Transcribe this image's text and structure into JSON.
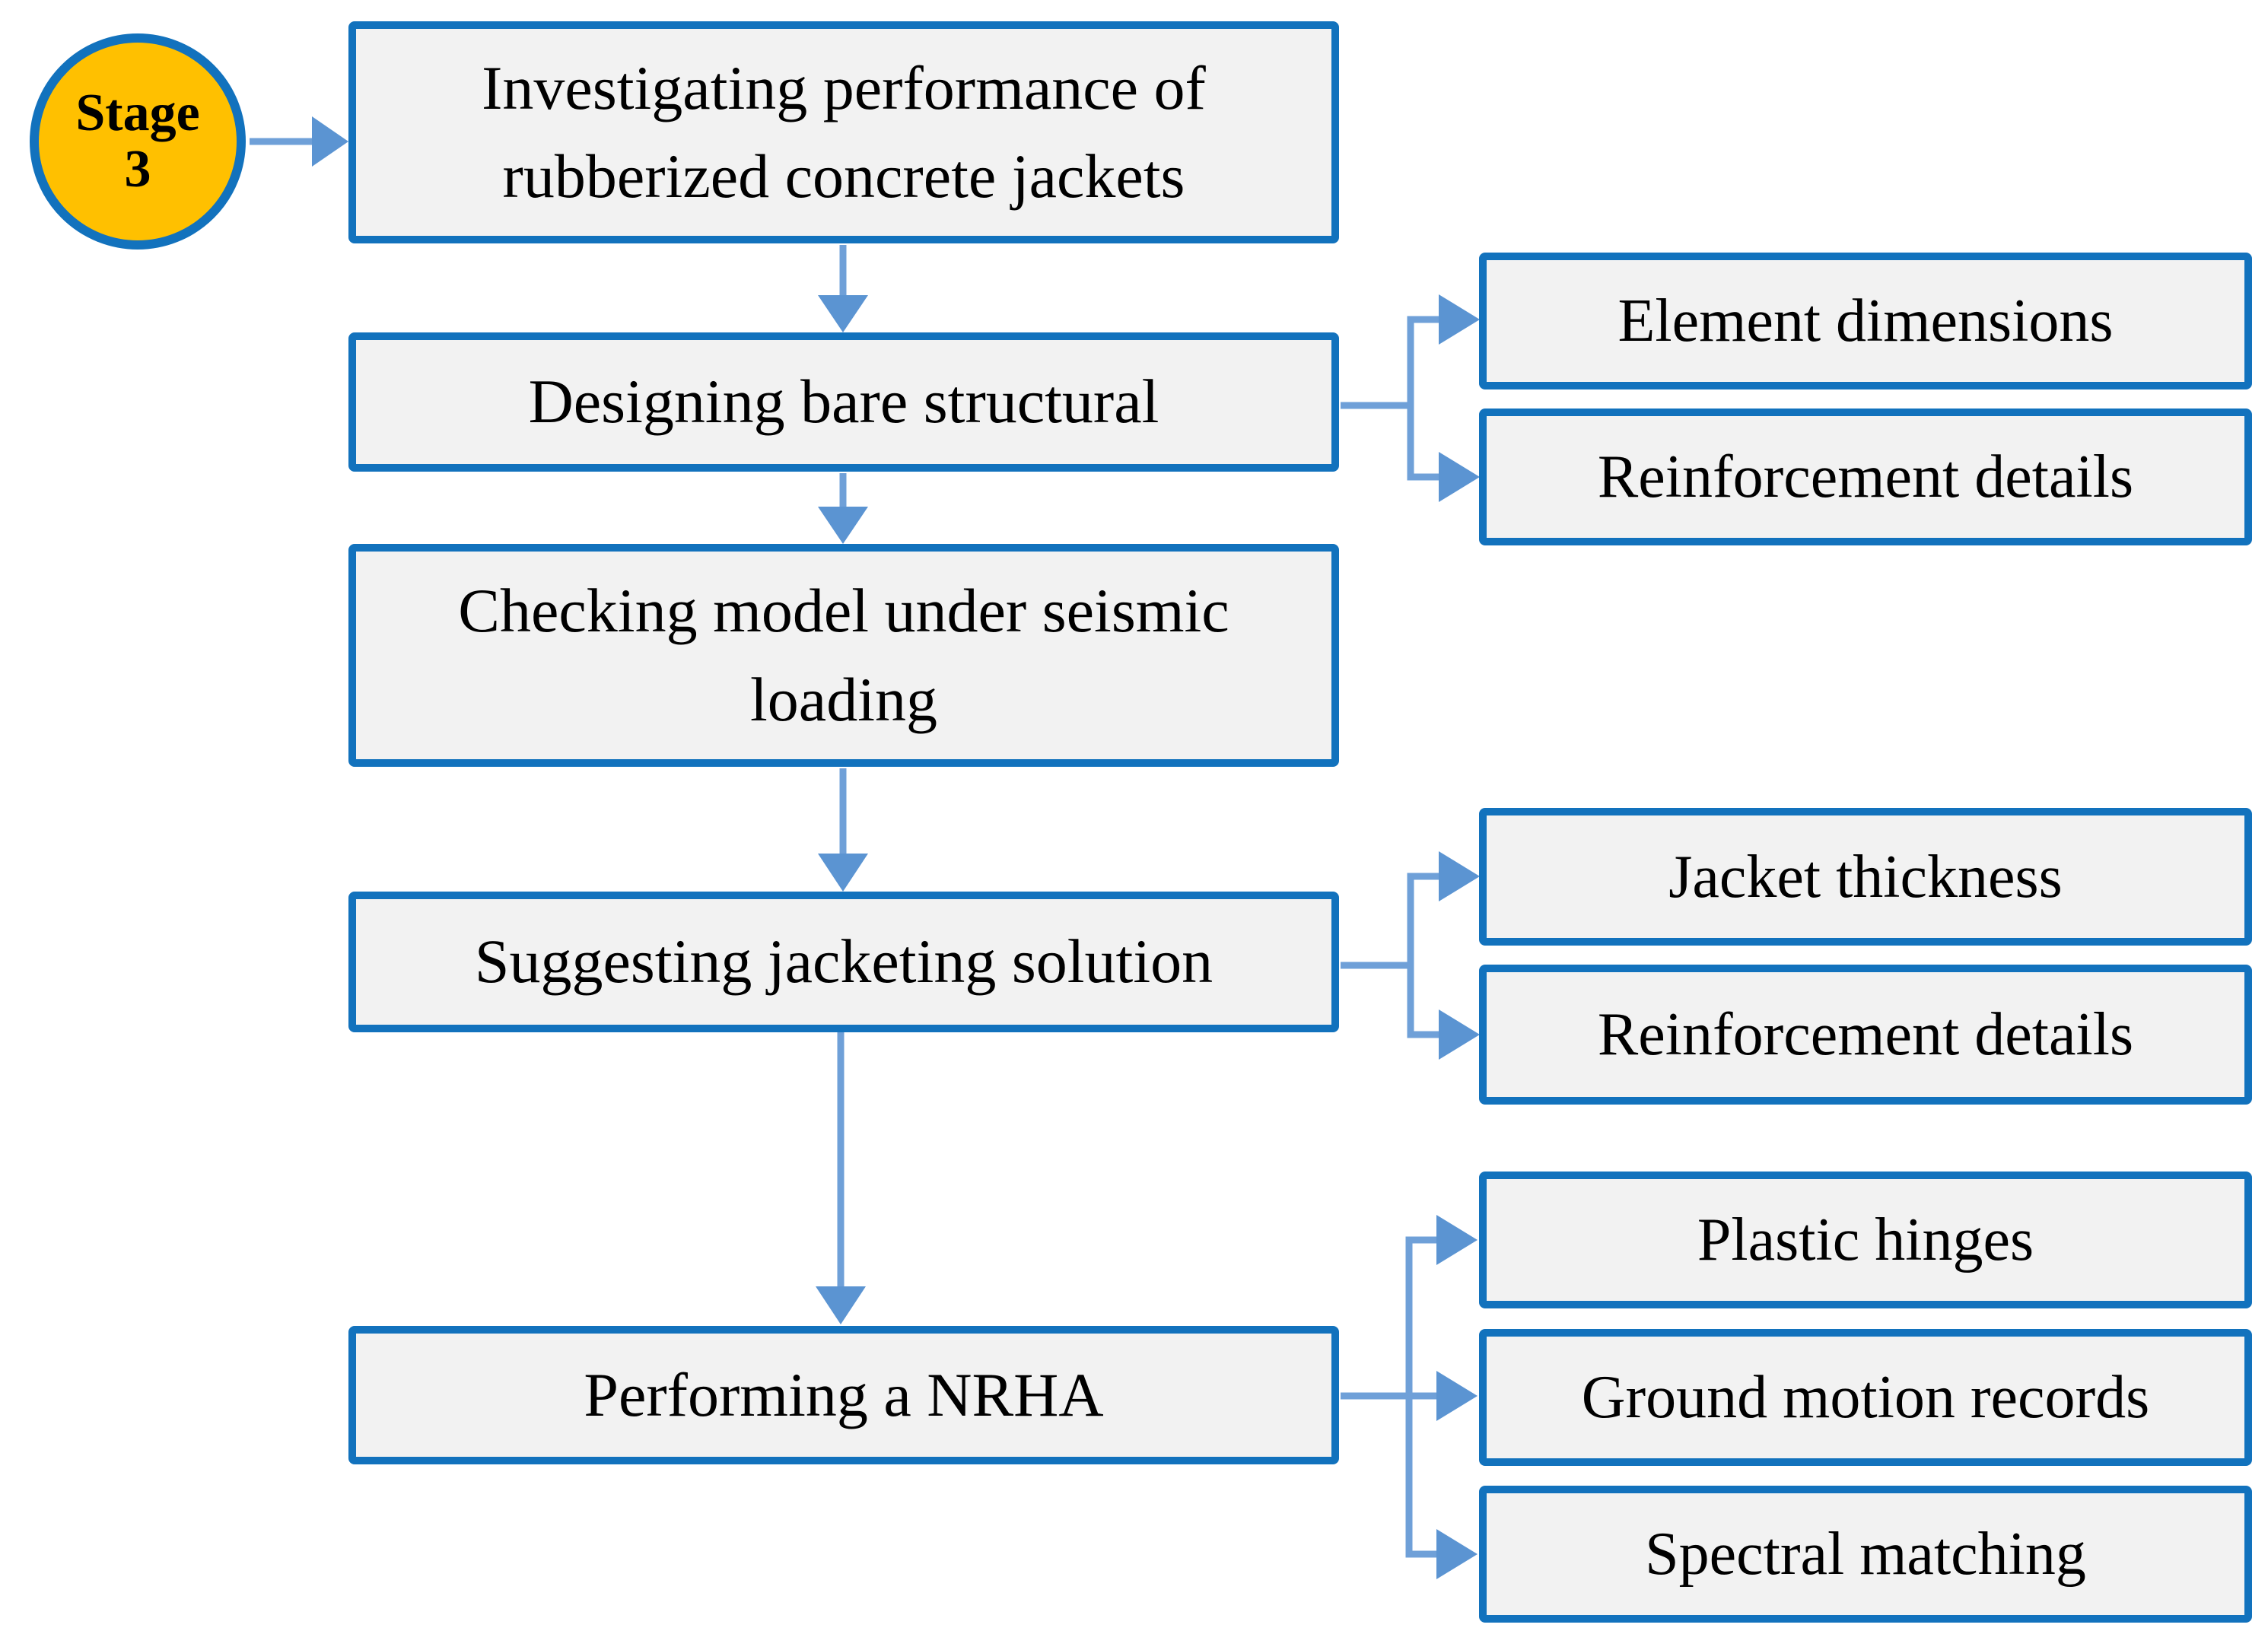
{
  "stage_badge": {
    "title": "Stage",
    "number": "3"
  },
  "steps": [
    {
      "label": "Investigating performance of rubberized concrete jackets"
    },
    {
      "label": "Designing bare structural"
    },
    {
      "label": "Checking model under seismic loading"
    },
    {
      "label": "Suggesting jacketing solution"
    },
    {
      "label": "Performing a NRHA"
    }
  ],
  "details": [
    {
      "label": "Element dimensions"
    },
    {
      "label": "Reinforcement details"
    },
    {
      "label": "Jacket thickness"
    },
    {
      "label": "Reinforcement details"
    },
    {
      "label": "Plastic hinges"
    },
    {
      "label": "Ground motion records"
    },
    {
      "label": "Spectral matching"
    }
  ],
  "colors": {
    "box_border": "#1272bd",
    "box_fill": "#f2f2f2",
    "circle_fill": "#ffc000",
    "arrow_stem": "#6fa0d8",
    "arrow_head": "#5b94d2"
  }
}
